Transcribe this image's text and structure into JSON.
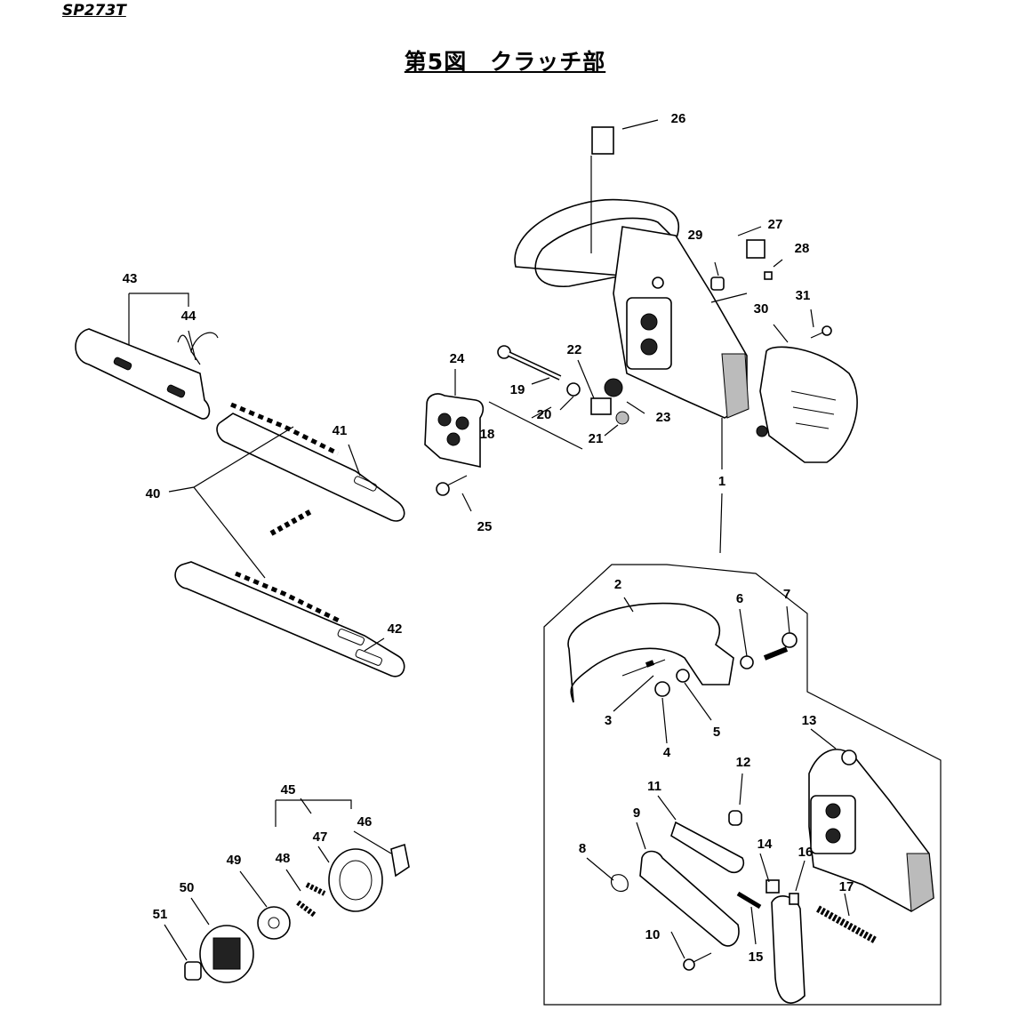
{
  "header": {
    "model": "SP273T",
    "title": "第5図　クラッチ部"
  },
  "labels": [
    "1",
    "2",
    "3",
    "4",
    "5",
    "6",
    "7",
    "8",
    "9",
    "10",
    "11",
    "12",
    "13",
    "14",
    "15",
    "16",
    "17",
    "18",
    "19",
    "20",
    "21",
    "22",
    "23",
    "24",
    "25",
    "26",
    "27",
    "28",
    "29",
    "30",
    "31",
    "40",
    "41",
    "42",
    "43",
    "44",
    "45",
    "46",
    "47",
    "48",
    "49",
    "50",
    "51"
  ]
}
